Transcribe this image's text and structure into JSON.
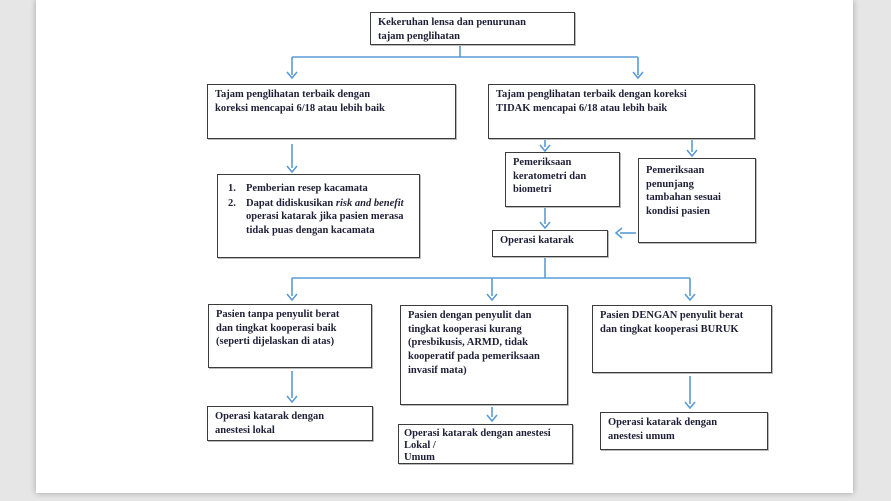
{
  "theme": {
    "canvas-bg": "#e6e6e6",
    "paper-bg": "#ffffff",
    "box-border": "#3c3c3c",
    "text-color": "#1f1f38",
    "arrow-color": "#5b9bd5"
  },
  "flowchart": {
    "start": [
      "Kekeruhan lensa dan penurunan",
      "tajam penglihatan"
    ],
    "branch_va_good": [
      "Tajam penglihatan terbaik dengan",
      "koreksi mencapai 6/18 atau lebih baik"
    ],
    "branch_va_poor": [
      "Tajam penglihatan terbaik dengan koreksi",
      "TIDAK mencapai 6/18 atau lebih baik"
    ],
    "glasses_plan": {
      "marker1": "1.",
      "item1": "Pemberian resep kacamata",
      "marker2": "2.",
      "item2_before": "Dapat didiskusikan ",
      "item2_italic": "risk and benefit",
      "item2_after": " operasi katarak jika pasien merasa tidak puas dengan kacamata"
    },
    "keratometry_biometry": [
      "Pemeriksaan",
      "keratometri dan",
      "biometri"
    ],
    "additional_workup": [
      "Pemeriksaan",
      "penunjang",
      "tambahan sesuai",
      "kondisi pasien"
    ],
    "cataract_surgery": "Operasi katarak",
    "patient_uncomplicated": [
      "Pasien tanpa penyulit berat",
      "dan tingkat kooperasi baik",
      "(seperti dijelaskan di atas)"
    ],
    "patient_moderate": [
      "Pasien dengan penyulit dan",
      "tingkat kooperasi kurang",
      "(presbikusis, ARMD, tidak",
      "kooperatif pada pemeriksaan",
      "invasif mata)"
    ],
    "patient_severe": [
      "Pasien DENGAN penyulit berat",
      "dan tingkat kooperasi BURUK"
    ],
    "outcome_local": [
      "Operasi katarak dengan",
      "anestesi lokal"
    ],
    "outcome_local_or_general": [
      "Operasi katarak dengan anestesi",
      "Lokal /",
      "Umum"
    ],
    "outcome_general": [
      "Operasi katarak dengan",
      "anestesi umum"
    ]
  }
}
